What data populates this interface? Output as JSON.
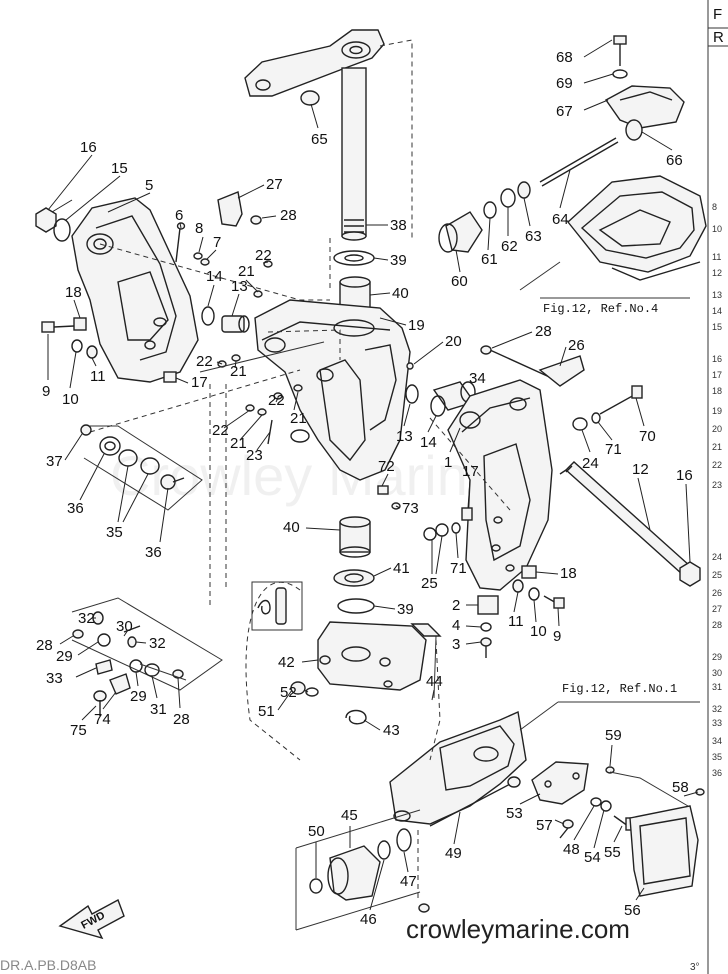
{
  "labels": {
    "l16a": "16",
    "l15": "15",
    "l5": "5",
    "l6": "6",
    "l8": "8",
    "l7": "7",
    "l27": "27",
    "l28a": "28",
    "l22a": "22",
    "l21a": "21",
    "l14a": "14",
    "l13a": "13",
    "l18a": "18",
    "l9a": "9",
    "l10a": "10",
    "l11a": "11",
    "l22b": "22",
    "l21b": "21",
    "l17a": "17",
    "l65": "65",
    "l38": "38",
    "l39a": "39",
    "l40a": "40",
    "l19": "19",
    "l20": "20",
    "l28b": "28",
    "l26": "26",
    "l34": "34",
    "l21c": "21",
    "l22c": "22",
    "l22d": "22",
    "l21d": "21",
    "l23": "23",
    "l37": "37",
    "l36a": "36",
    "l35": "35",
    "l36b": "36",
    "l13b": "13",
    "l14b": "14",
    "l1": "1",
    "l72": "72",
    "l73": "73",
    "l40b": "40",
    "l41": "41",
    "l39b": "39",
    "l17b": "17",
    "l25": "25",
    "l71a": "71",
    "l24": "24",
    "l71b": "71",
    "l70": "70",
    "l12": "12",
    "l16b": "16",
    "l18b": "18",
    "l2": "2",
    "l4": "4",
    "l3": "3",
    "l11b": "11",
    "l10b": "10",
    "l9b": "9",
    "l68": "68",
    "l69": "69",
    "l67": "67",
    "l66": "66",
    "l64": "64",
    "l63": "63",
    "l62": "62",
    "l61": "61",
    "l60": "60",
    "l32a": "32",
    "l30": "30",
    "l32b": "32",
    "l28c": "28",
    "l29a": "29",
    "l33": "33",
    "l75": "75",
    "l74": "74",
    "l29b": "29",
    "l31": "31",
    "l28d": "28",
    "l42": "42",
    "l52": "52",
    "l51": "51",
    "l43": "43",
    "l44": "44",
    "l59": "59",
    "l58": "58",
    "l53": "53",
    "l57": "57",
    "l48": "48",
    "l54": "54",
    "l55": "55",
    "l56": "56",
    "l45": "45",
    "l50": "50",
    "l47": "47",
    "l46": "46",
    "l49": "49"
  },
  "refs": {
    "fig12_ref4": "Fig.12, Ref.No.4",
    "fig12_ref1": "Fig.12, Ref.No.1"
  },
  "watermark": "crowleymarine.com",
  "watermark_ghost": "Crowley Marine",
  "fwd_label": "FWD",
  "side_column": {
    "top_f": "F",
    "top_r": "R",
    "nums": [
      "8",
      "10",
      "11",
      "12",
      "13",
      "14",
      "15",
      "16",
      "17",
      "18",
      "19",
      "20",
      "21",
      "22",
      "23",
      "24",
      "25",
      "26",
      "27",
      "28",
      "29",
      "30",
      "31",
      "32",
      "33",
      "34",
      "35",
      "36"
    ]
  },
  "bottom_codes": {
    "left": "DR.A.PB.D8AB",
    "right": "3°"
  }
}
